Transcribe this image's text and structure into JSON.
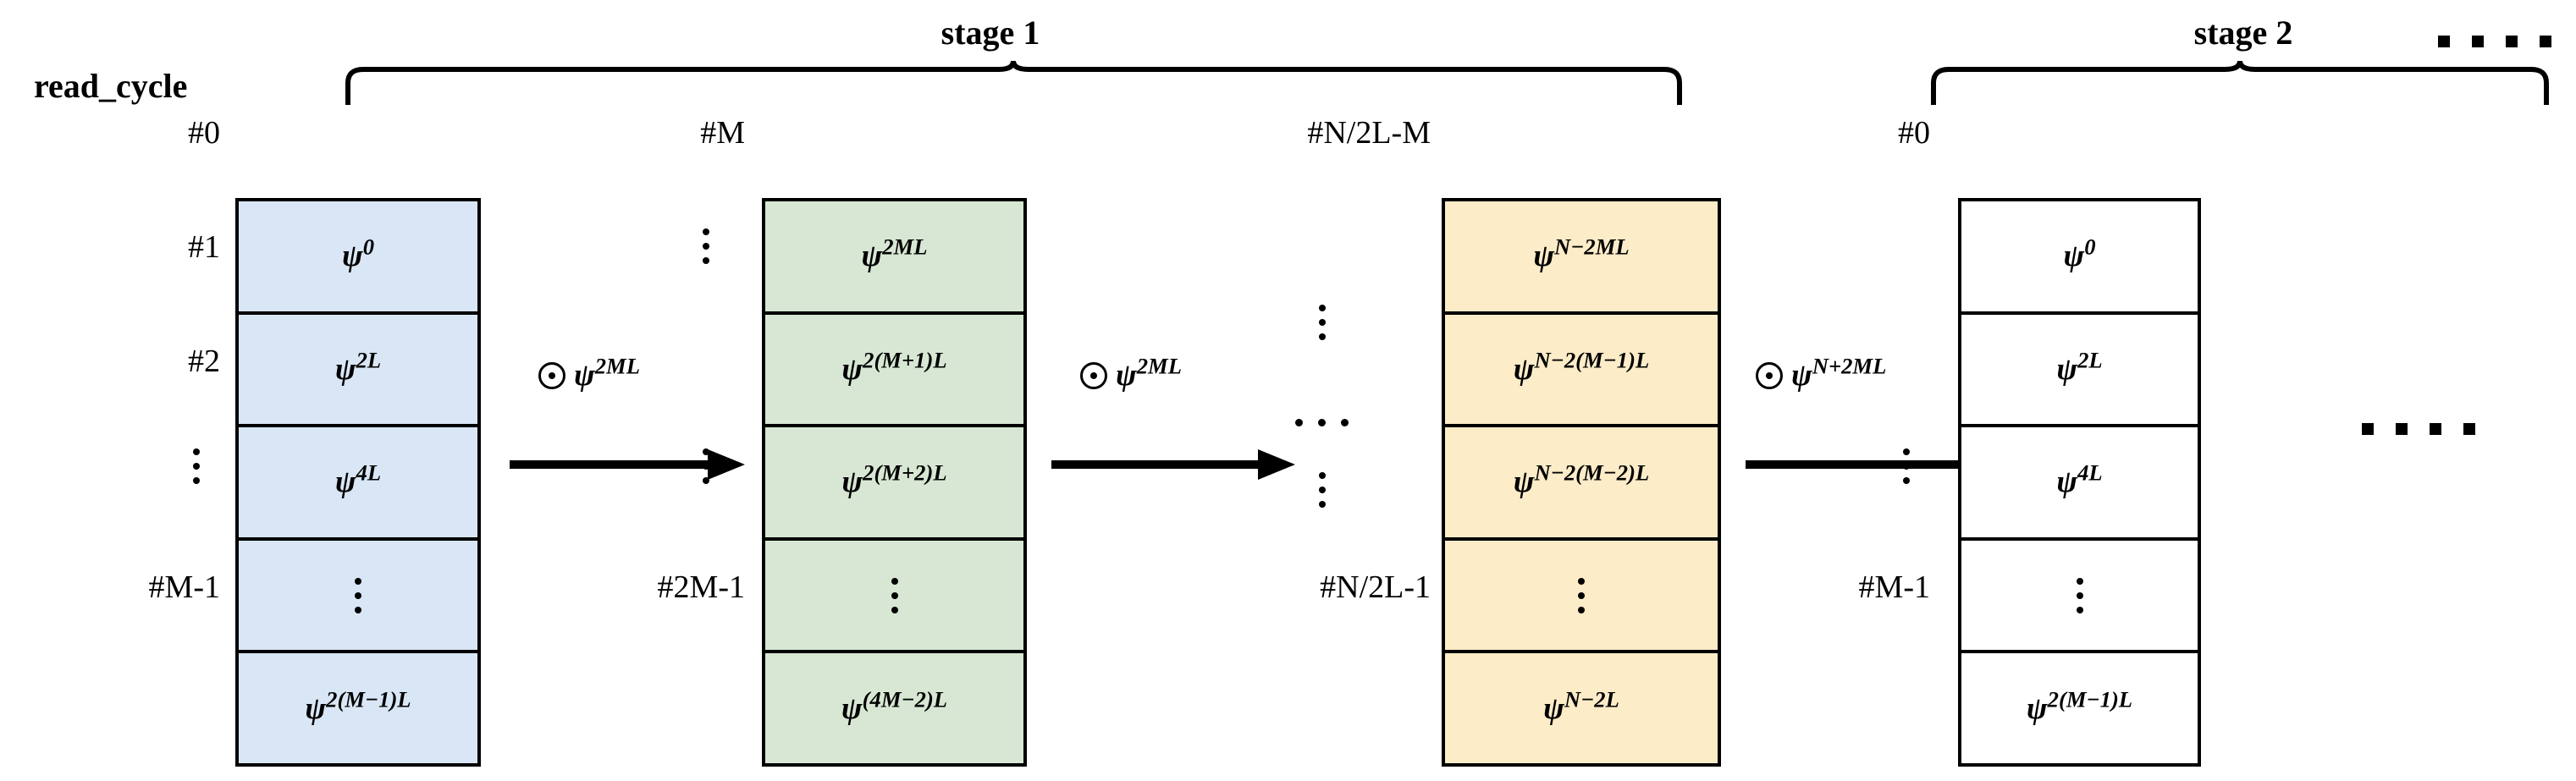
{
  "diagram": {
    "title_labels": {
      "read_cycle": "read_cycle",
      "stage1": "stage 1",
      "stage2": "stage 2"
    },
    "colors": {
      "blue": "#d9e6f5",
      "green": "#d7e7d3",
      "yellow": "#fcecc8",
      "white": "#ffffff",
      "stroke": "#000000"
    },
    "columns": [
      {
        "id": "col-0",
        "fill": "blue",
        "row_labels": [
          "#0",
          "#1",
          "#2",
          "vdots",
          "#M-1"
        ],
        "cells": [
          {
            "base": "ψ",
            "exp": "0"
          },
          {
            "base": "ψ",
            "exp": "2L"
          },
          {
            "base": "ψ",
            "exp": "4L"
          },
          {
            "base": "",
            "exp": ""
          },
          {
            "base": "ψ",
            "exp": "2(M−1)L"
          }
        ]
      },
      {
        "id": "col-1",
        "fill": "green",
        "row_labels": [
          "#M",
          "vdots",
          "",
          "vdots",
          "#2M-1"
        ],
        "cells": [
          {
            "base": "ψ",
            "exp": "2ML"
          },
          {
            "base": "ψ",
            "exp": "2(M+1)L"
          },
          {
            "base": "ψ",
            "exp": "2(M+2)L"
          },
          {
            "base": "",
            "exp": ""
          },
          {
            "base": "ψ",
            "exp": "(4M−2)L"
          }
        ]
      },
      {
        "id": "col-2",
        "fill": "yellow",
        "row_labels": [
          "#N/2L-M",
          "vdots",
          "",
          "vdots",
          "#N/2L-1"
        ],
        "cells": [
          {
            "base": "ψ",
            "exp": "N−2ML"
          },
          {
            "base": "ψ",
            "exp": "N−2(M−1)L"
          },
          {
            "base": "ψ",
            "exp": "N−2(M−2)L"
          },
          {
            "base": "",
            "exp": ""
          },
          {
            "base": "ψ",
            "exp": "N−2L"
          }
        ]
      },
      {
        "id": "col-3",
        "fill": "white",
        "row_labels": [
          "#0",
          "vdots",
          "",
          "vdots",
          "#M-1"
        ],
        "cells": [
          {
            "base": "ψ",
            "exp": "0"
          },
          {
            "base": "ψ",
            "exp": "2L"
          },
          {
            "base": "ψ",
            "exp": "4L"
          },
          {
            "base": "",
            "exp": ""
          },
          {
            "base": "ψ",
            "exp": "2(M−1)L"
          }
        ]
      }
    ],
    "arrows": [
      {
        "id": "arrow-0",
        "operator": "⊙",
        "base": "ψ",
        "exp": "2ML"
      },
      {
        "id": "arrow-1",
        "operator": "⊙",
        "base": "ψ",
        "exp": "2ML"
      },
      {
        "id": "arrow-2",
        "operator": "⊙",
        "base": "ψ",
        "exp": "N+2ML"
      }
    ]
  }
}
